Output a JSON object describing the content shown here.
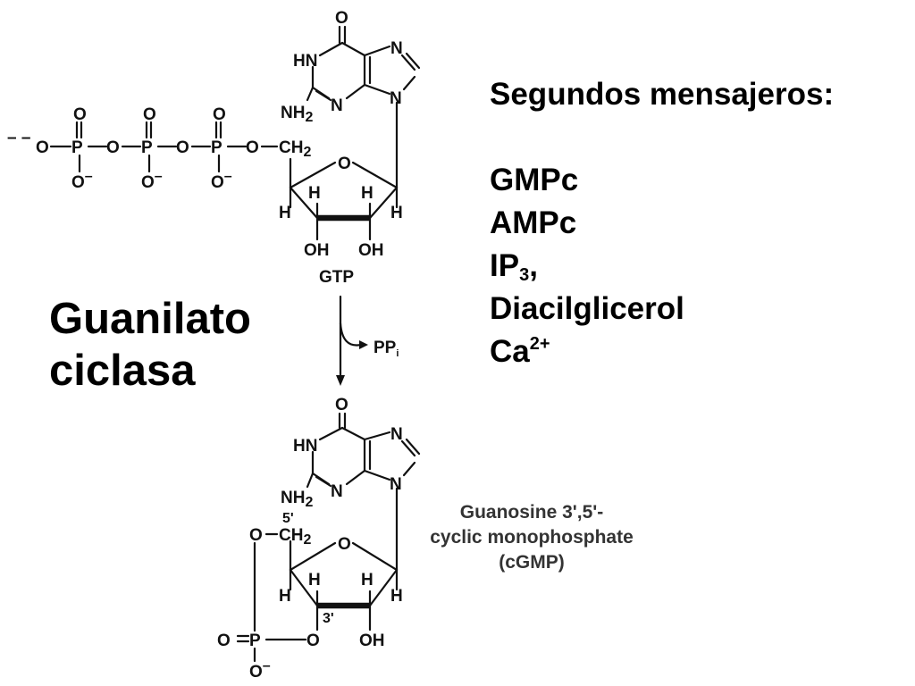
{
  "enzyme": {
    "line1": "Guanilato",
    "line2": "ciclasa"
  },
  "messengers": {
    "heading": "Segundos mensajeros:",
    "gmpc": "GMPc",
    "ampc": "AMPc",
    "ip3_base": "IP",
    "ip3_sub": "3",
    "ip3_tail": ",",
    "dag": "Diacilglicerol",
    "ca_base": "Ca",
    "ca_sup": "2+"
  },
  "gtp": {
    "name": "GTP",
    "charge": "– –"
  },
  "reaction": {
    "byproduct": "PP",
    "byproduct_sub": "i"
  },
  "cgmp": {
    "line1": "Guanosine 3',5'-",
    "line2": "cyclic monophosphate",
    "line3": "(cGMP)",
    "pos5": "5'",
    "pos3": "3'"
  },
  "atoms": {
    "O": "O",
    "N": "N",
    "HN": "HN",
    "NH": "NH",
    "sub2": "2",
    "H": "H",
    "OH": "OH",
    "P": "P",
    "Ominus": "O",
    "minus": "–",
    "CH": "CH",
    "eq": "="
  }
}
